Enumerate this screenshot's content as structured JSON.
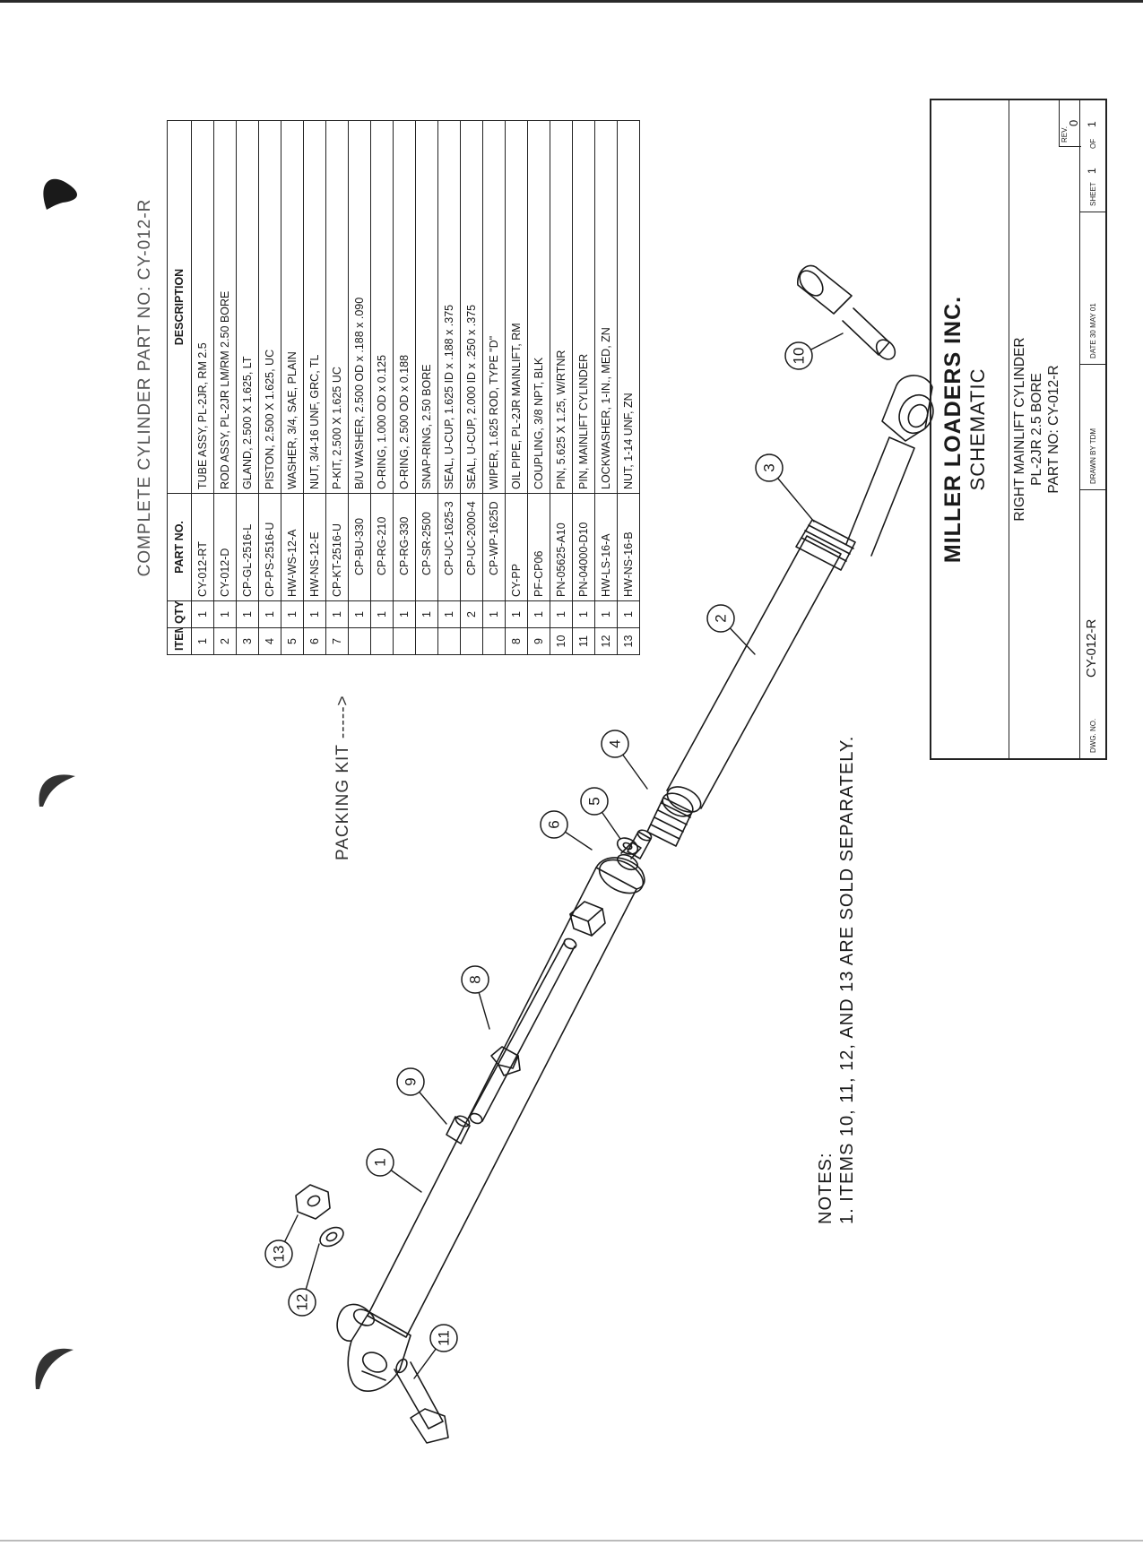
{
  "bom": {
    "title": "COMPLETE CYLINDER PART NO: CY-012-R",
    "headers": [
      "ITEM",
      "QTY.",
      "PART NO.",
      "DESCRIPTION"
    ],
    "rows": [
      {
        "item": "1",
        "qty": "1",
        "part": "CY-012-RT",
        "desc": "TUBE ASSY, PL-2JR, RM 2.5"
      },
      {
        "item": "2",
        "qty": "1",
        "part": "CY-012-D",
        "desc": "ROD ASSY, PL-2JR LM/RM 2.50 BORE"
      },
      {
        "item": "3",
        "qty": "1",
        "part": "CP-GL-2516-L",
        "desc": "GLAND, 2.500 X 1.625, LT"
      },
      {
        "item": "4",
        "qty": "1",
        "part": "CP-PS-2516-U",
        "desc": "PISTON, 2.500 X 1.625, UC"
      },
      {
        "item": "5",
        "qty": "1",
        "part": "HW-WS-12-A",
        "desc": "WASHER, 3/4, SAE, PLAIN"
      },
      {
        "item": "6",
        "qty": "1",
        "part": "HW-NS-12-E",
        "desc": "NUT, 3/4-16 UNF, GRC, TL"
      },
      {
        "item": "7",
        "qty": "1",
        "part": "CP-KT-2516-U",
        "desc": "P-KIT, 2.500 X 1.625 UC"
      },
      {
        "item": "",
        "qty": "1",
        "part": "CP-BU-330",
        "desc": "B/U WASHER, 2.500 OD x .188 x .090"
      },
      {
        "item": "",
        "qty": "1",
        "part": "CP-RG-210",
        "desc": "O-RING, 1.000 OD x 0.125"
      },
      {
        "item": "",
        "qty": "1",
        "part": "CP-RG-330",
        "desc": "O-RING, 2.500 OD x 0.188"
      },
      {
        "item": "",
        "qty": "1",
        "part": "CP-SR-2500",
        "desc": "SNAP-RING, 2.50 BORE"
      },
      {
        "item": "",
        "qty": "1",
        "part": "CP-UC-1625-3",
        "desc": "SEAL, U-CUP, 1.625 ID x .188 x .375"
      },
      {
        "item": "",
        "qty": "2",
        "part": "CP-UC-2000-4",
        "desc": "SEAL, U-CUP, 2.000 ID x .250 x .375"
      },
      {
        "item": "",
        "qty": "1",
        "part": "CP-WP-1625D",
        "desc": "WIPER, 1.625 ROD, TYPE \"D\""
      },
      {
        "item": "8",
        "qty": "1",
        "part": "CY-PP",
        "desc": "OIL PIPE, PL-2JR MAINLIFT, RM"
      },
      {
        "item": "9",
        "qty": "1",
        "part": "PF-CP06",
        "desc": "COUPLING, 3/8 NPT, BLK"
      },
      {
        "item": "10",
        "qty": "1",
        "part": "PN-05625-A10",
        "desc": "PIN, 5.625 X 1.25, W/RTNR"
      },
      {
        "item": "11",
        "qty": "1",
        "part": "PN-04000-D10",
        "desc": "PIN, MAINLIFT CYLINDER"
      },
      {
        "item": "12",
        "qty": "1",
        "part": "HW-LS-16-A",
        "desc": "LOCKWASHER, 1-IN., MED, ZN"
      },
      {
        "item": "13",
        "qty": "1",
        "part": "HW-NS-16-B",
        "desc": "NUT, 1-14 UNF, ZN"
      }
    ]
  },
  "packing_kit_label": "PACKING KIT ----->",
  "notes": {
    "heading": "NOTES:",
    "line1": "1.  ITEMS 10, 11, 12, AND 13 ARE SOLD SEPARATELY."
  },
  "callouts": [
    "1",
    "2",
    "3",
    "4",
    "5",
    "6",
    "8",
    "9",
    "10",
    "11",
    "12",
    "13"
  ],
  "title_block": {
    "company": "MILLER LOADERS INC.",
    "doc_type": "SCHEMATIC",
    "desc_line1": "RIGHT MAINLIFT CYLINDER",
    "desc_line2": "PL-2JR 2.5 BORE",
    "desc_line3": "PART NO: CY-012-R",
    "rev_label": "REV.",
    "rev": "0",
    "dwg_no_label": "DWG. NO.",
    "dwg_no": "CY-012-R",
    "drawn_by": "DRAWN BY TDM",
    "date": "DATE 30 MAY 01",
    "sheet_label": "SHEET",
    "sheet": "1",
    "of_label": "OF",
    "sheets": "1"
  }
}
